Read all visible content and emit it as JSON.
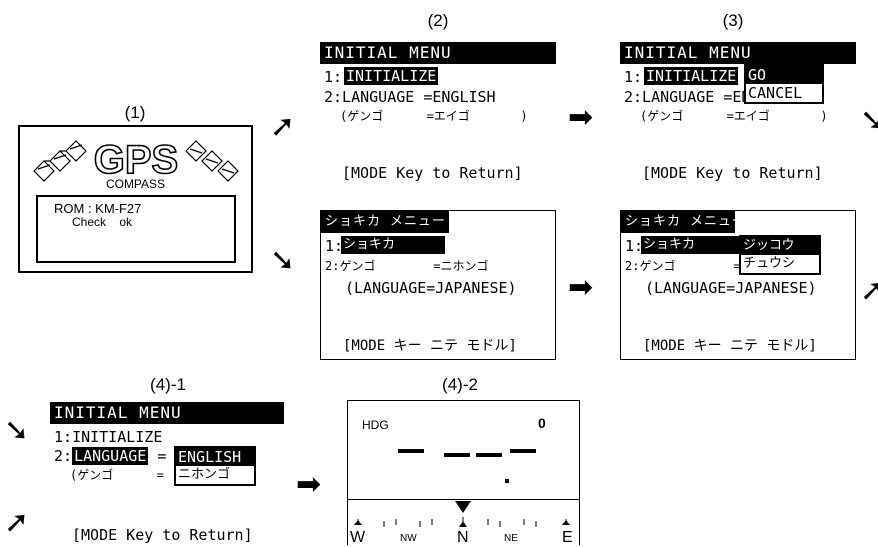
{
  "captions": {
    "c1": "(1)",
    "c2": "(2)",
    "c3": "(3)",
    "c41": "(4)-1",
    "c42": "(4)-2"
  },
  "splash": {
    "logo_text": "GPS",
    "sub_text": "COMPASS",
    "rom_line": "ROM : KM-F27",
    "check_line": "Check    ok"
  },
  "menu_en": {
    "title": "INITIAL MENU",
    "item1_num": "1:",
    "item1": "INITIALIZE",
    "item2": "2:LANGUAGE =ENGLISH",
    "item2_num": "2:",
    "item2_lang": "LANGUAGE",
    "item2_val": " =",
    "sub": "(ゲンゴ      =エイゴ       )",
    "footer": "[MODE Key to Return]"
  },
  "popup_en": {
    "go": "GO",
    "cancel": "CANCEL"
  },
  "menu_jp": {
    "title": "ショキカ メニュー",
    "item1_num": "1:",
    "item1": "ショキカ",
    "item2": "2:ゲンゴ        =ニホンゴ",
    "sub": "(LANGUAGE=JAPANESE)",
    "footer": "[MODE キー ニテ モドル]"
  },
  "popup_jp": {
    "run": "ジッコウ",
    "stop": "チュウシ"
  },
  "popup_lang": {
    "english": "ENGLISH",
    "japanese": "ニホンゴ"
  },
  "compass": {
    "hdg_label": "HDG",
    "hdg_value": "0",
    "dashes": "— — — —",
    "dot": ".",
    "w": "W",
    "nw": "NW",
    "n": "N",
    "ne": "NE",
    "e": "E"
  },
  "icons": {
    "arrow_right": "➡",
    "arrow_ne": "➚",
    "arrow_se": "➘"
  }
}
